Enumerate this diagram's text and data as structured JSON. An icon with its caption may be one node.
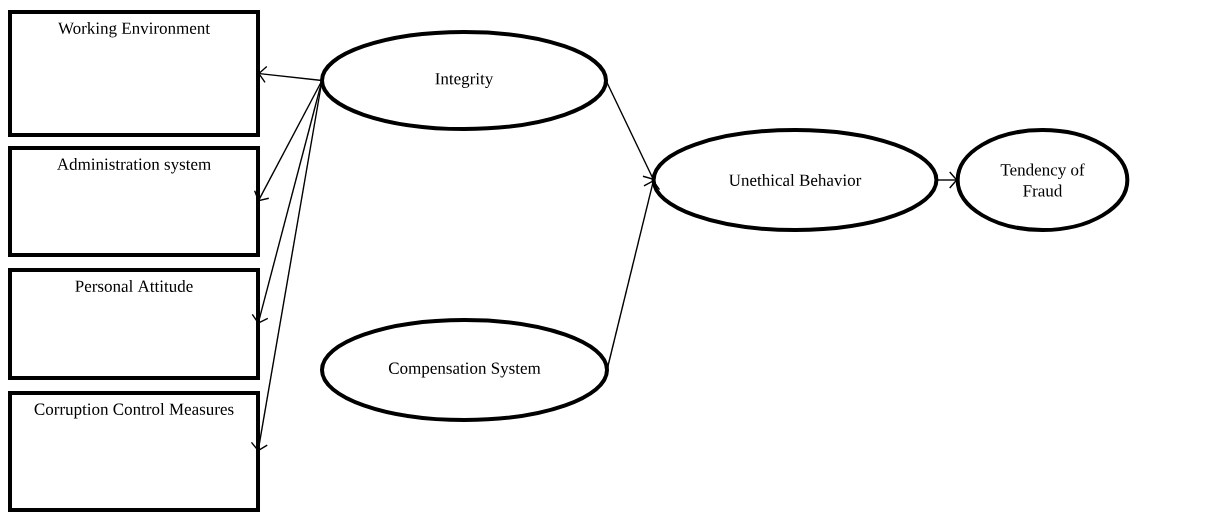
{
  "diagram": {
    "nodes": [
      {
        "text": [
          "Working Environment"
        ]
      },
      {
        "text": [
          "Administration system"
        ]
      },
      {
        "text": [
          "Personal Attitude"
        ]
      },
      {
        "text": [
          "Corruption Control Measures"
        ]
      },
      {
        "text": [
          "Integrity"
        ]
      },
      {
        "text": [
          "Compensation System"
        ]
      },
      {
        "text": [
          "Unethical Behavior"
        ]
      },
      {
        "text": [
          "Tendency of Fraud"
        ]
      }
    ],
    "edges": [
      {
        "from": 4,
        "to": 0,
        "arrow": "to"
      },
      {
        "from": 4,
        "to": 1,
        "arrow": "to"
      },
      {
        "from": 4,
        "to": 2,
        "arrow": "to"
      },
      {
        "from": 4,
        "to": 3,
        "arrow": "to"
      },
      {
        "from": 4,
        "to": 6,
        "arrow": "to"
      },
      {
        "from": 5,
        "to": 6,
        "arrow": "to"
      },
      {
        "from": 6,
        "to": 7,
        "arrow": "to"
      }
    ]
  }
}
